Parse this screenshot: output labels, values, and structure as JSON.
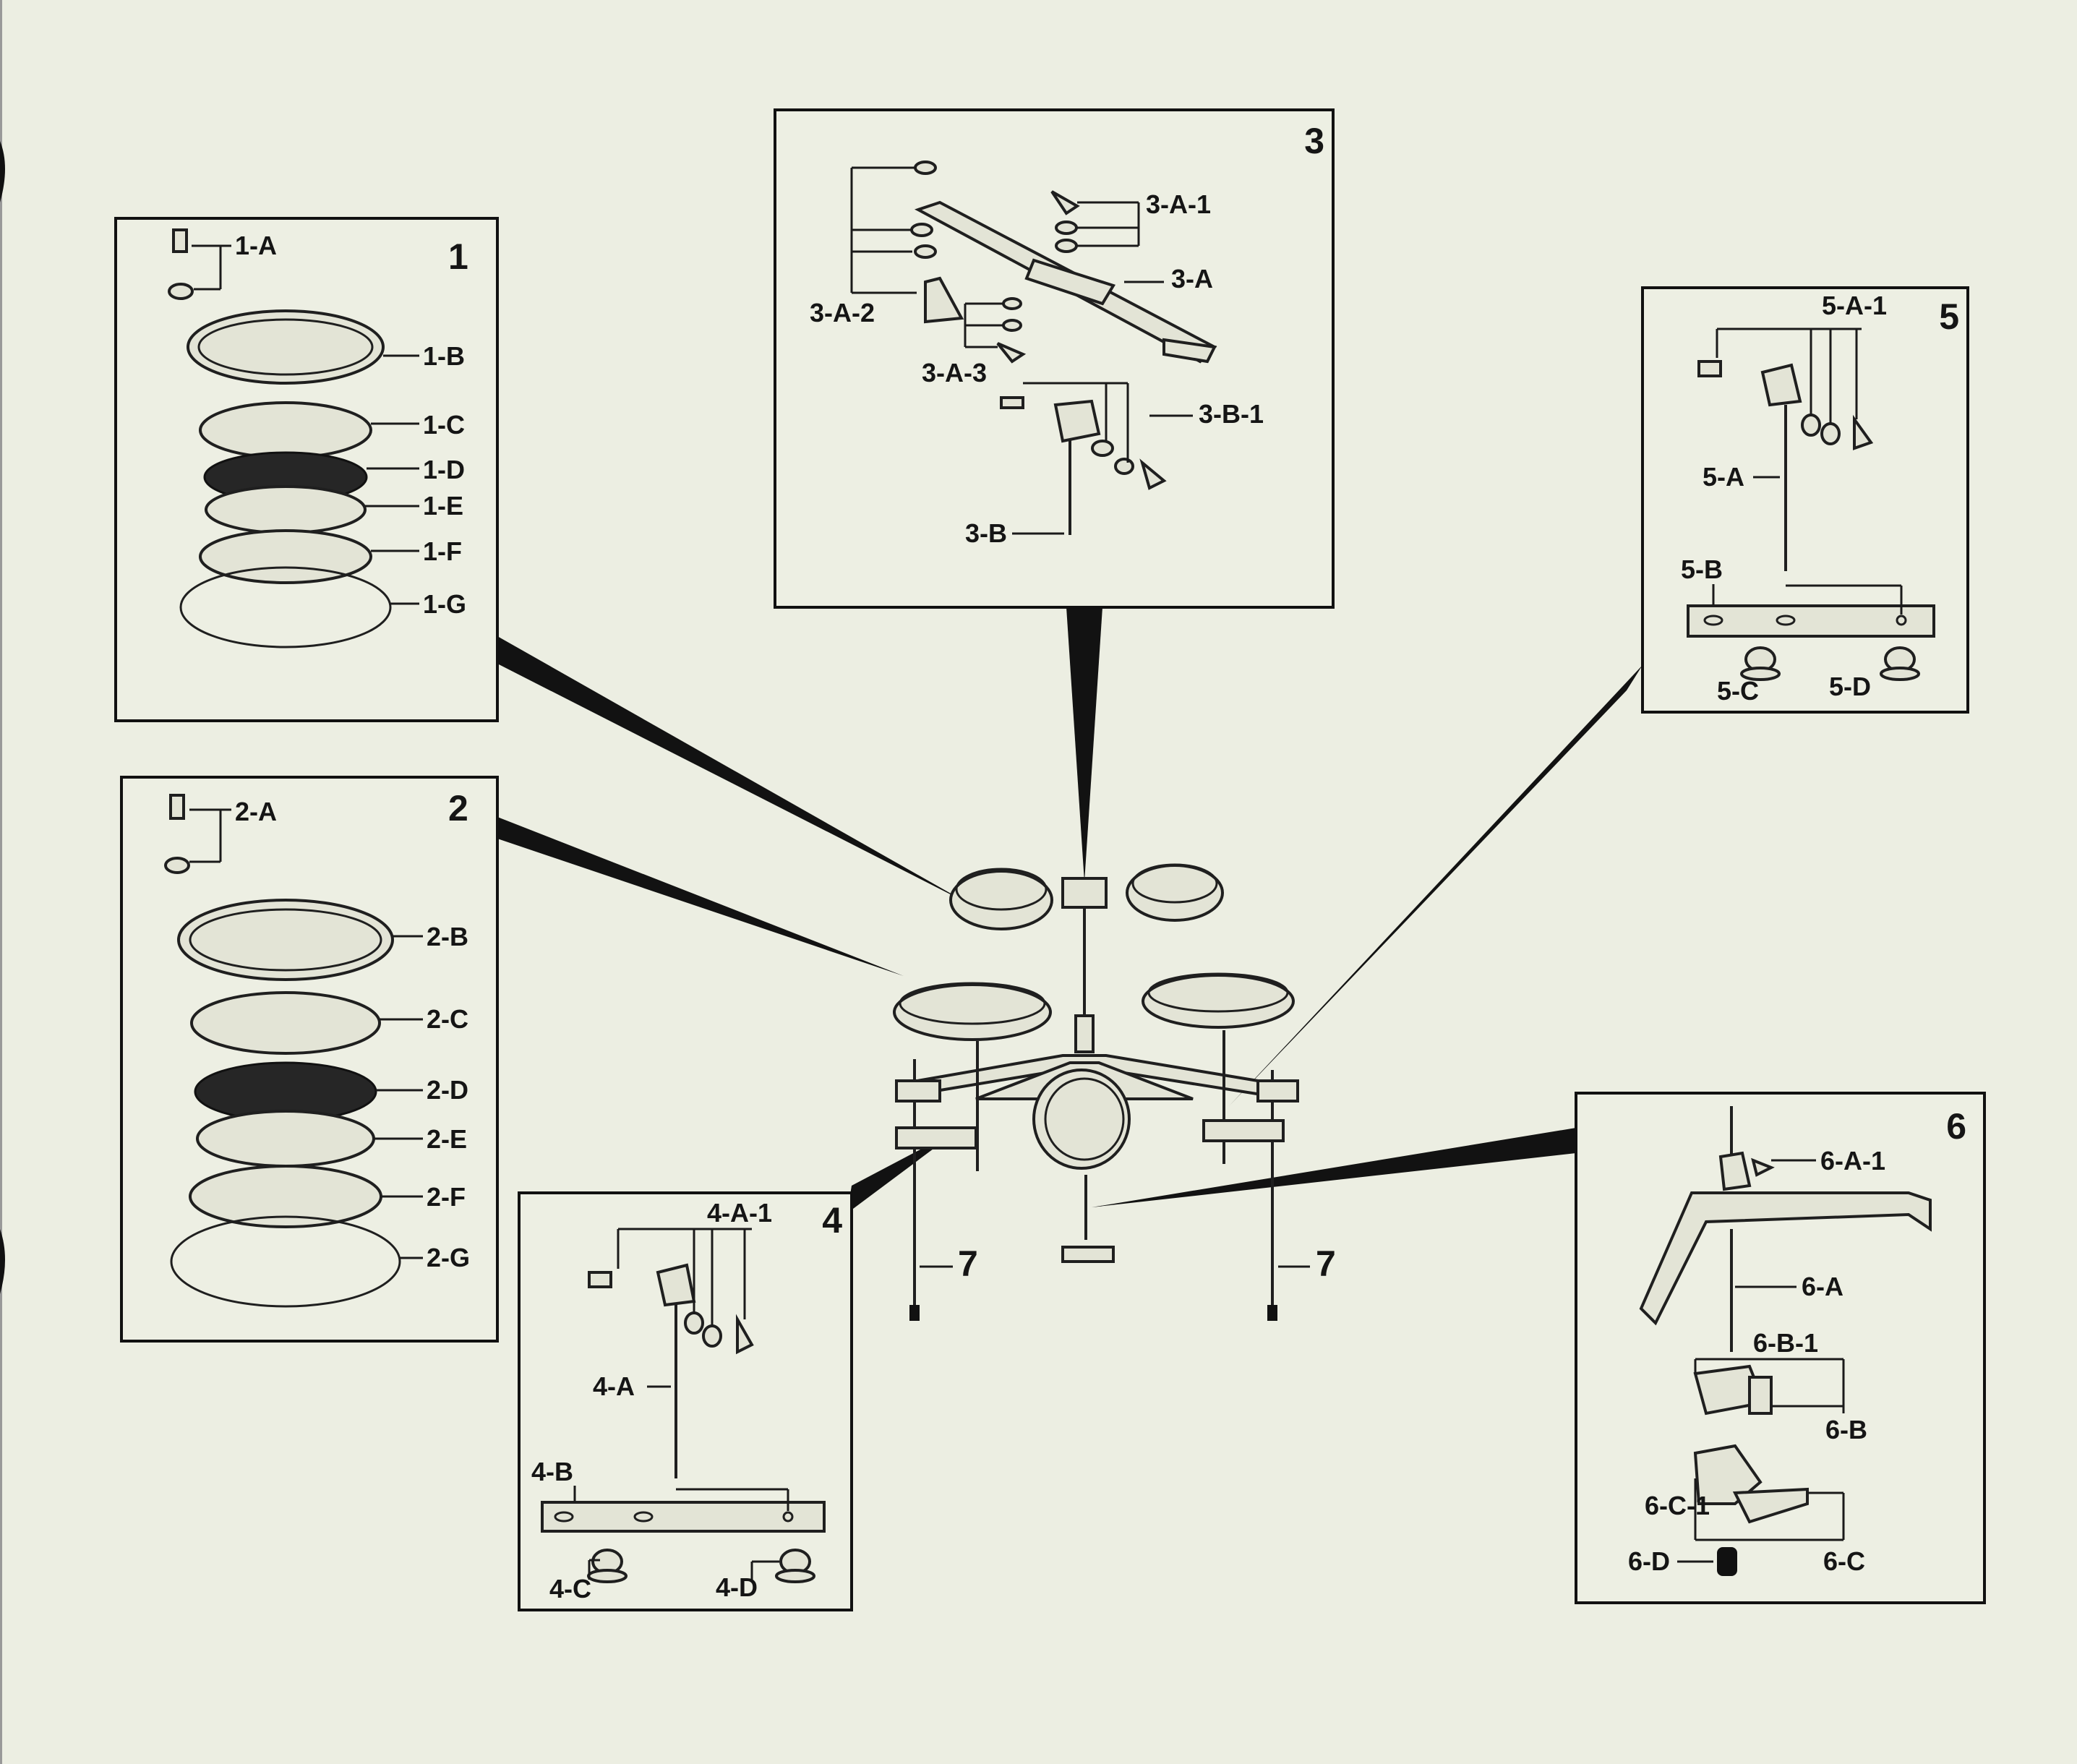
{
  "panels": [
    {
      "number": "1",
      "labels": [
        "1-A",
        "1-B",
        "1-C",
        "1-D",
        "1-E",
        "1-F",
        "1-G"
      ]
    },
    {
      "number": "2",
      "labels": [
        "2-A",
        "2-B",
        "2-C",
        "2-D",
        "2-E",
        "2-F",
        "2-G"
      ]
    },
    {
      "number": "3",
      "labels": [
        "3-A-1",
        "3-A",
        "3-A-2",
        "3-A-3",
        "3-B-1",
        "3-B"
      ]
    },
    {
      "number": "4",
      "labels": [
        "4-A-1",
        "4-A",
        "4-B",
        "4-C",
        "4-D"
      ]
    },
    {
      "number": "5",
      "labels": [
        "5-A-1",
        "5-A",
        "5-B",
        "5-C",
        "5-D"
      ]
    },
    {
      "number": "6",
      "labels": [
        "6-A-1",
        "6-A",
        "6-B-1",
        "6-B",
        "6-C-1",
        "6-C",
        "6-D"
      ]
    }
  ],
  "legs": [
    "7",
    "7"
  ],
  "colors": {
    "background": "#eceee2",
    "ink": "#151515",
    "pad_dark": "#262626"
  }
}
